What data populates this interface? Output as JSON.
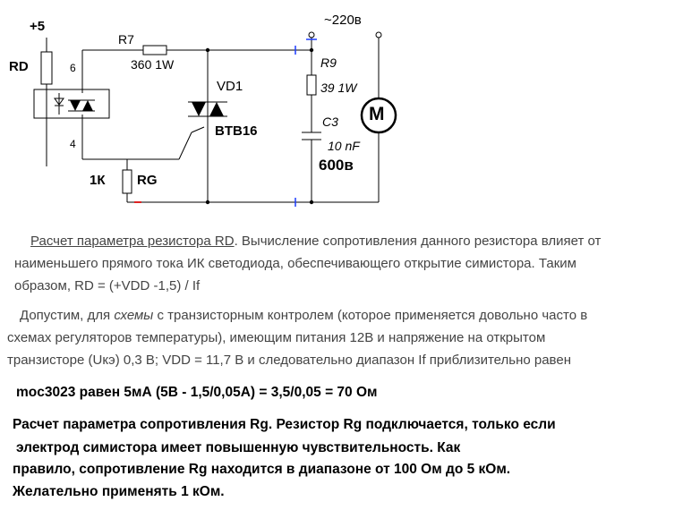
{
  "schematic": {
    "supply_label": "+5",
    "rd_label": "RD",
    "pin6_label": "6",
    "pin4_label": "4",
    "r7_label": "R7",
    "r7_value": "360 1W",
    "vd1_label": "VD1",
    "triac_label": "BTB16",
    "rg_label": "RG",
    "rg_value": "1К",
    "mains_label": "~220в",
    "r9_label": "R9",
    "r9_value": "39 1W",
    "c3_label": "C3",
    "c3_value": "10 nF",
    "c3_voltage": "600в",
    "motor_label": "M"
  },
  "text": {
    "p1_title": "Расчет параметра резистора RD",
    "p1_line1_rest": ". Вычисление сопротивления данного резистора влияет от",
    "p1_line2": "наименьшего прямого тока ИК светодиода, обеспечивающего открытие симистора. Таким",
    "p1_line3": "образом,      RD = (+VDD -1,5) / If",
    "p2_line1_a": "Допустим, для ",
    "p2_line1_italic": "схемы",
    "p2_line1_b": " с транзисторным контролем (которое применяется довольно часто в",
    "p2_line2": "схемах регуляторов температуры), имеющим питания    12В и напряжение на открытом",
    "p2_line3": "транзисторе (Uкэ)  0,3 В; VDD = 11,7 В и следовательно диапазон If приблизительно равен",
    "moc_line": "moc3023 равен 5мА       (5В - 1,5/0,05А) = 3,5/0,05 = 70 Ом",
    "rg_line1": "Расчет параметра сопротивления Rg.    Резистор Rg  подключается, только если",
    "rg_line2": "электрод симистора имеет  повышенную чувствительность. Как",
    "rg_line3": "правило, сопротивление Rg  находится в  диапазоне от 100 Ом до 5 кОм.",
    "rg_line4": "Желательно применять 1 кОм."
  }
}
